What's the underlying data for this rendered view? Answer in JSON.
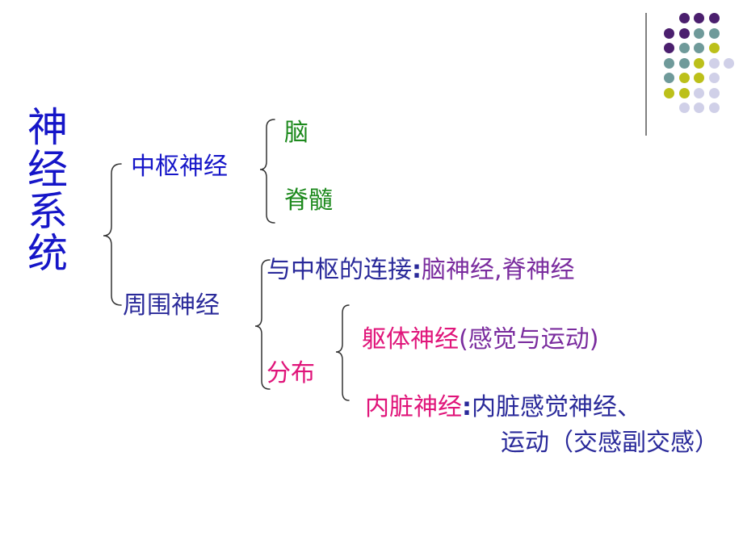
{
  "title": {
    "chars": [
      "神",
      "经",
      "系",
      "统"
    ]
  },
  "central": {
    "label": "中枢神经",
    "children": [
      "脑",
      "脊髓"
    ]
  },
  "peripheral": {
    "label": "周围神经",
    "connection_prefix": "与中枢的连接",
    "connection_colon": ":",
    "connection_items": "脑神经,脊神经",
    "distribution_label": "分布",
    "somatic_label": "躯体神经",
    "somatic_detail": "(感觉与运动)",
    "visceral_label": "内脏神经",
    "visceral_colon": ":",
    "visceral_detail_line1": "内脏感觉神经、",
    "visceral_detail_line2": "运动（交感副交感）"
  },
  "colors": {
    "blue": "#1515c8",
    "green": "#1e8a1e",
    "purple": "#7a2c9e",
    "pink": "#e0157a",
    "dot_purple": "#4b1f6e",
    "dot_teal": "#6f9a9a",
    "dot_yellow": "#bcc01a",
    "dot_lavender": "#d0d0e8"
  },
  "decoration": {
    "name": "dot-grid-logo"
  }
}
